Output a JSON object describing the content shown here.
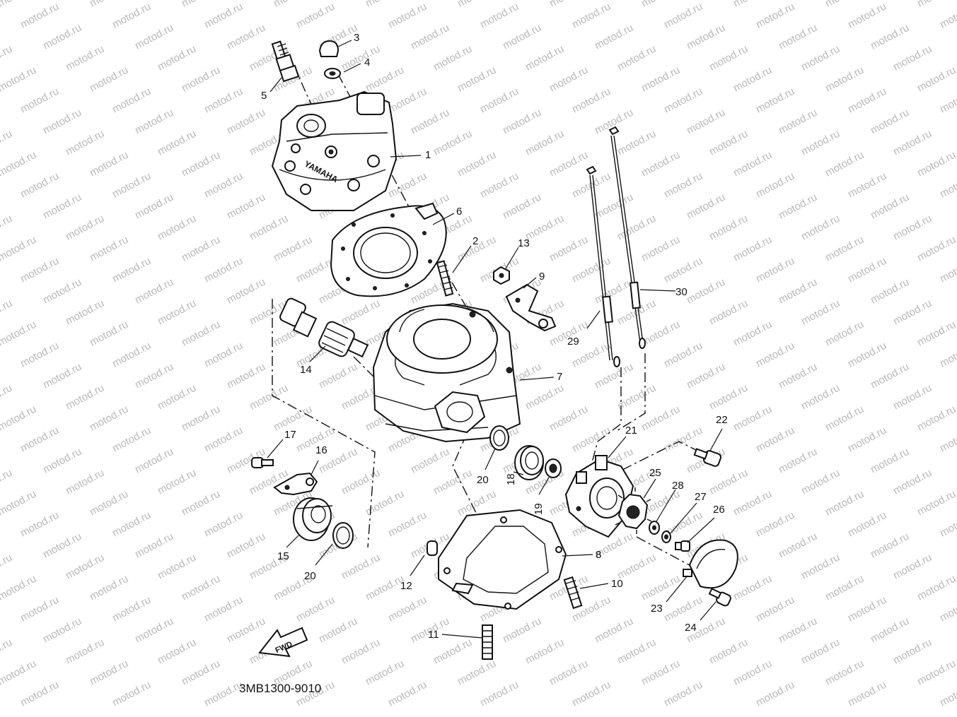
{
  "watermark": "motod.ru",
  "diagram_code": "3MB1300-9010",
  "fwd_label": "FWD",
  "head_logo": "YAMAHA",
  "callouts": {
    "p1": "1",
    "p2": "2",
    "p3": "3",
    "p4": "4",
    "p5": "5",
    "p6": "6",
    "p7": "7",
    "p8": "8",
    "p9": "9",
    "p10": "10",
    "p11": "11",
    "p12": "12",
    "p13": "13",
    "p14": "14",
    "p15": "15",
    "p16": "16",
    "p17": "17",
    "p18": "18",
    "p19": "19",
    "p20a": "20",
    "p20b": "20",
    "p21": "21",
    "p22": "22",
    "p23": "23",
    "p24": "24",
    "p25": "25",
    "p26": "26",
    "p27": "27",
    "p28": "28",
    "p29": "29",
    "p30": "30"
  }
}
